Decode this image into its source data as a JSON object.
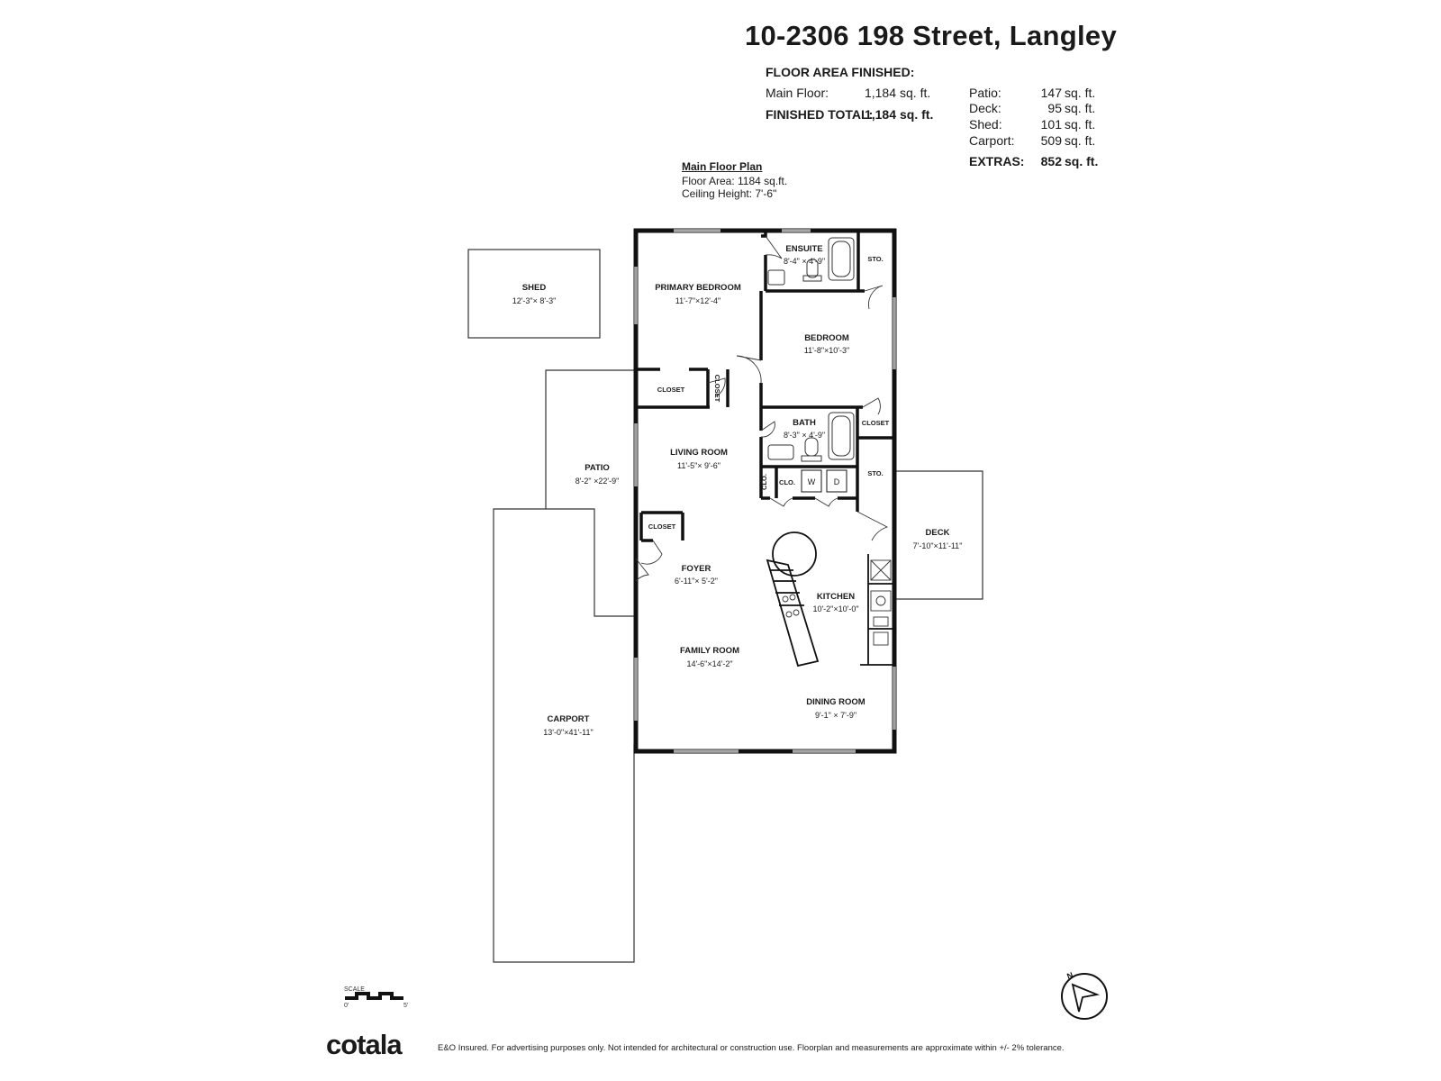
{
  "header": {
    "address": "10-2306 198 Street, Langley",
    "floor_area_heading": "FLOOR AREA FINISHED:"
  },
  "areas": {
    "main_floor": {
      "label": "Main Floor:",
      "value": "1,184",
      "unit": "sq. ft."
    },
    "finished_total": {
      "label": "FINISHED TOTAL:",
      "value": "1,184",
      "unit": "sq. ft."
    },
    "extras": [
      {
        "label": "Patio:",
        "value": "147",
        "unit": "sq. ft."
      },
      {
        "label": "Deck:",
        "value": "95",
        "unit": "sq. ft."
      },
      {
        "label": "Shed:",
        "value": "101",
        "unit": "sq. ft."
      },
      {
        "label": "Carport:",
        "value": "509",
        "unit": "sq. ft."
      }
    ],
    "extras_total": {
      "label": "EXTRAS:",
      "value": "852",
      "unit": "sq. ft."
    }
  },
  "plan_info": {
    "title": "Main Floor Plan",
    "floor_area": "Floor Area: 1184 sq.ft.",
    "ceiling_height": "Ceiling Height: 7'-6\""
  },
  "rooms": {
    "shed": {
      "name": "SHED",
      "dims": "12'-3\"× 8'-3\""
    },
    "primary_bedroom": {
      "name": "PRIMARY BEDROOM",
      "dims": "11'-7\"×12'-4\""
    },
    "ensuite": {
      "name": "ENSUITE",
      "dims": "8'-4\" × 4'-9\""
    },
    "sto_top": {
      "name": "STO."
    },
    "bedroom": {
      "name": "BEDROOM",
      "dims": "11'-8\"×10'-3\""
    },
    "closet_primary_h": {
      "name": "CLOSET"
    },
    "closet_primary_v": {
      "name": "CLOSET"
    },
    "bath": {
      "name": "BATH",
      "dims": "8'-3\" × 4'-9\""
    },
    "closet_bath": {
      "name": "CLOSET"
    },
    "living_room": {
      "name": "LIVING ROOM",
      "dims": "11'-5\"× 9'-6\""
    },
    "patio": {
      "name": "PATIO",
      "dims": "8'-2\" ×22'-9\""
    },
    "clo_v": {
      "name": "CLO."
    },
    "clo_h": {
      "name": "CLO."
    },
    "washer": {
      "name": "W"
    },
    "dryer": {
      "name": "D"
    },
    "sto_mid": {
      "name": "STO."
    },
    "closet_foyer": {
      "name": "CLOSET"
    },
    "deck": {
      "name": "DECK",
      "dims": "7'-10\"×11'-11\""
    },
    "foyer": {
      "name": "FOYER",
      "dims": "6'-11\"× 5'-2\""
    },
    "kitchen": {
      "name": "KITCHEN",
      "dims": "10'-2\"×10'-0\""
    },
    "family_room": {
      "name": "FAMILY ROOM",
      "dims": "14'-6\"×14'-2\""
    },
    "dining_room": {
      "name": "DINING ROOM",
      "dims": "9'-1\" × 7'-9\""
    },
    "carport": {
      "name": "CARPORT",
      "dims": "13'-0\"×41'-11\""
    }
  },
  "scale": {
    "label": "SCALE",
    "start": "0'",
    "end": "5'"
  },
  "compass": {
    "north": "N"
  },
  "footer": {
    "logo": "cotala",
    "disclaimer": "E&O Insured. For advertising purposes only. Not intended for architectural or construction use. Floorplan and measurements are approximate within +/- 2% tolerance."
  }
}
